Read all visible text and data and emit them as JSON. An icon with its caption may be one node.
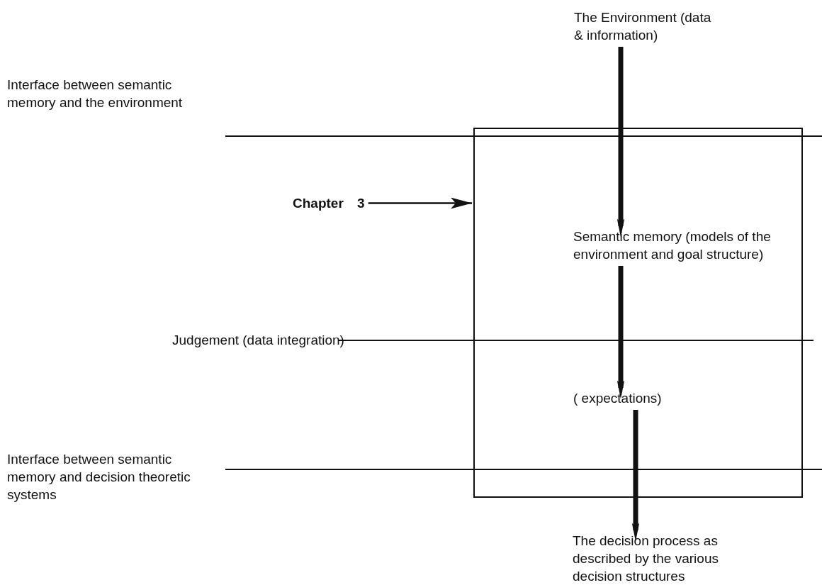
{
  "diagram": {
    "nodes": [
      {
        "text": [
          "The Environment (data & information)"
        ]
      },
      {
        "text": [],
        "shape": "box"
      },
      {
        "text": [
          "Semantic memory (models of the environment and goal structure)"
        ],
        "in": 1
      },
      {
        "text": [
          "( expectations)"
        ],
        "in": 1
      },
      {
        "text": [
          "The decision process as described by the various decision structures"
        ]
      },
      {
        "text": [
          "Chapter 3"
        ]
      }
    ],
    "edges": [
      {
        "from": 0,
        "to": 2,
        "arrow": "to"
      },
      {
        "from": 2,
        "to": 3,
        "arrow": "to"
      },
      {
        "from": 3,
        "to": 4,
        "arrow": "to"
      },
      {
        "from": 5,
        "to": 1,
        "arrow": "to"
      }
    ],
    "labels": [
      "Interface between semantic memory and the environment",
      "Judgement (data integration)",
      "Interface between semantic memory and decision theoretic systems"
    ]
  }
}
